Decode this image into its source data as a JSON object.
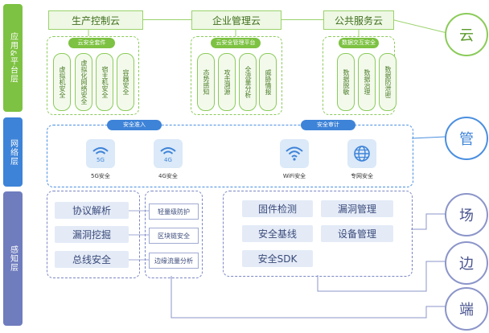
{
  "layers": {
    "app": "应用&平台层",
    "network": "网络层",
    "perception": "感知层"
  },
  "clouds": [
    "生产控制云",
    "企业管理云",
    "公共服务云"
  ],
  "app_groups": [
    {
      "title": "云安全套件",
      "items": [
        "虚拟机安全",
        "虚拟化网络安全",
        "宿主机安全",
        "容器安全"
      ]
    },
    {
      "title": "云安全管理平台",
      "items": [
        "态势感知",
        "攻击溯源",
        "全流量分析",
        "威胁情报"
      ]
    },
    {
      "title": "数据交互安全",
      "items": [
        "数据脱敏",
        "数据治理",
        "数据防泄密"
      ]
    }
  ],
  "network": {
    "tags": [
      "安全准入",
      "安全审计"
    ],
    "icons": [
      {
        "glyph": "5G",
        "label": "5G安全"
      },
      {
        "glyph": "4G",
        "label": "4G安全"
      },
      {
        "glyph": "",
        "label": "WiFi安全"
      },
      {
        "glyph": "",
        "label": "专网安全"
      }
    ]
  },
  "perception": {
    "left": [
      "协议解析",
      "漏洞挖掘",
      "总线安全"
    ],
    "mid": [
      "轻量级防护",
      "区块链安全",
      "边缘流量分析"
    ],
    "right": [
      "固件检测",
      "漏洞管理",
      "安全基线",
      "设备管理",
      "安全SDK"
    ]
  },
  "sides": [
    "云",
    "管",
    "场",
    "边",
    "端"
  ],
  "colors": {
    "green": "#7dc242",
    "blue": "#3d83d8",
    "purple": "#6f7cbe"
  }
}
